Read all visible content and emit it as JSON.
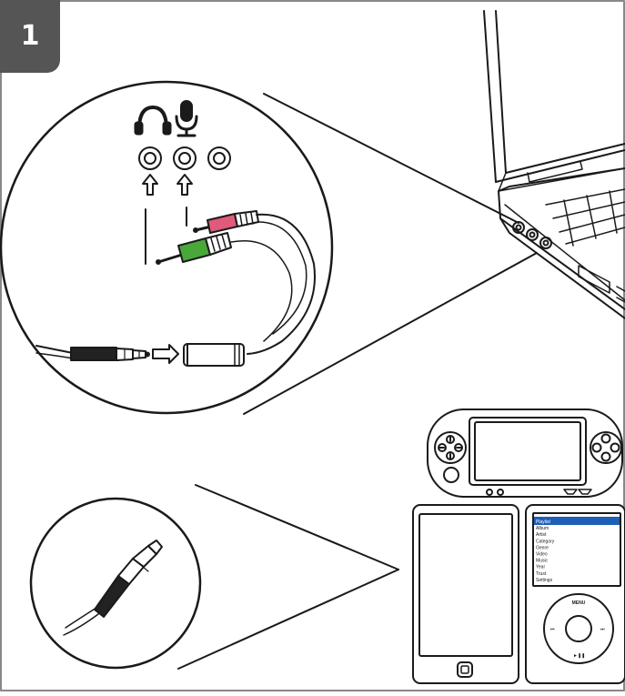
{
  "step": {
    "number": "1"
  },
  "player": {
    "menu_items": [
      "Playlist",
      "Album",
      "Artist",
      "Category",
      "Genre",
      "Video",
      "Music",
      "Year",
      "Trust",
      "Settings"
    ],
    "selected_index": 0,
    "wheel_label": "MENU"
  },
  "colors": {
    "badge": "#555555",
    "plug_pink": "#e05a7a",
    "plug_green": "#4aa83a",
    "line": "#1a1a1a",
    "screen_highlight": "#1f5fb8"
  },
  "icons": {
    "headphone": "headphone-icon",
    "microphone": "microphone-icon"
  }
}
